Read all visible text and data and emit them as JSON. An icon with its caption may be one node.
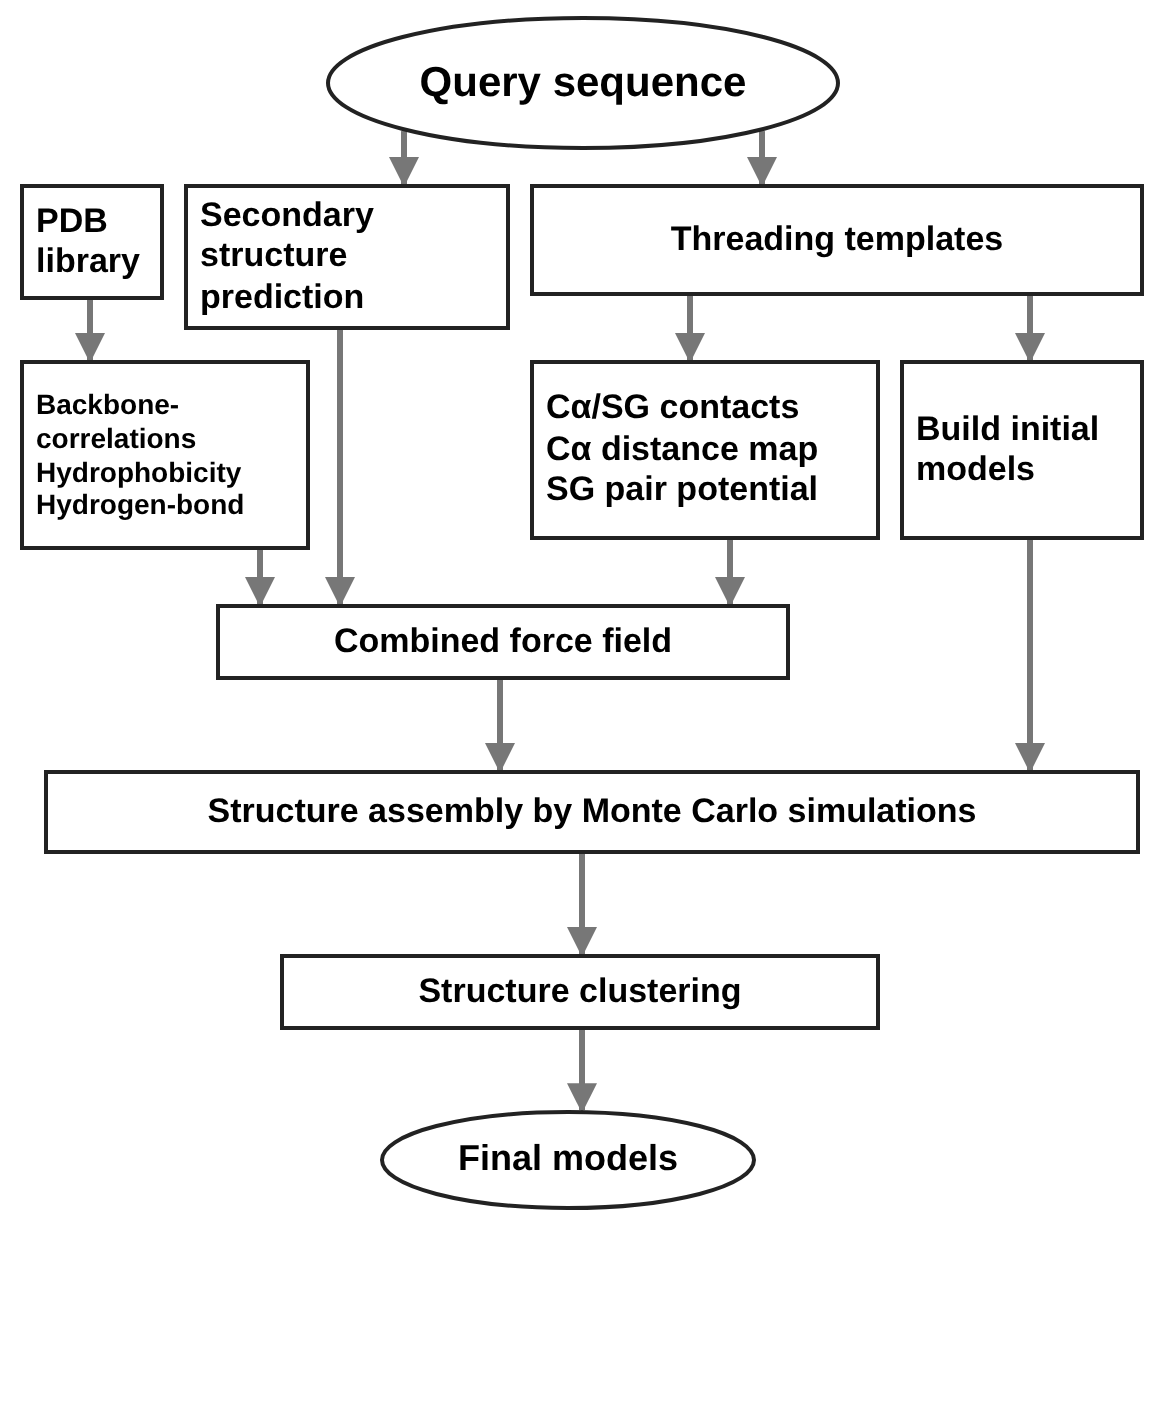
{
  "diagram": {
    "nodes": [
      {
        "text": [
          "Query sequence"
        ]
      },
      {
        "text": [
          "PDB library"
        ]
      },
      {
        "text": [
          "Secondary structure prediction"
        ]
      },
      {
        "text": [
          "Threading templates"
        ]
      },
      {
        "text": [
          "Backbone-correlations",
          "Hydrophobicity",
          "Hydrogen-bond"
        ]
      },
      {
        "text": [
          "Cα/SG contacts",
          "Cα distance map",
          "SG pair potential"
        ]
      },
      {
        "text": [
          "Build initial models"
        ]
      },
      {
        "text": [
          "Combined force field"
        ]
      },
      {
        "text": [
          "Structure assembly by Monte Carlo simulations"
        ]
      },
      {
        "text": [
          "Structure clustering"
        ]
      },
      {
        "text": [
          "Final models"
        ]
      }
    ],
    "edges": [
      {
        "from": 0,
        "to": 2,
        "arrow": "to"
      },
      {
        "from": 0,
        "to": 3,
        "arrow": "to"
      },
      {
        "from": 1,
        "to": 4,
        "arrow": "to"
      },
      {
        "from": 3,
        "to": 5,
        "arrow": "to"
      },
      {
        "from": 3,
        "to": 6,
        "arrow": "to"
      },
      {
        "from": 4,
        "to": 7,
        "arrow": "to"
      },
      {
        "from": 2,
        "to": 7,
        "arrow": "to"
      },
      {
        "from": 5,
        "to": 7,
        "arrow": "to"
      },
      {
        "from": 7,
        "to": 8,
        "arrow": "to"
      },
      {
        "from": 6,
        "to": 8,
        "arrow": "to"
      },
      {
        "from": 8,
        "to": 9,
        "arrow": "to"
      },
      {
        "from": 9,
        "to": 10,
        "arrow": "to"
      }
    ]
  }
}
